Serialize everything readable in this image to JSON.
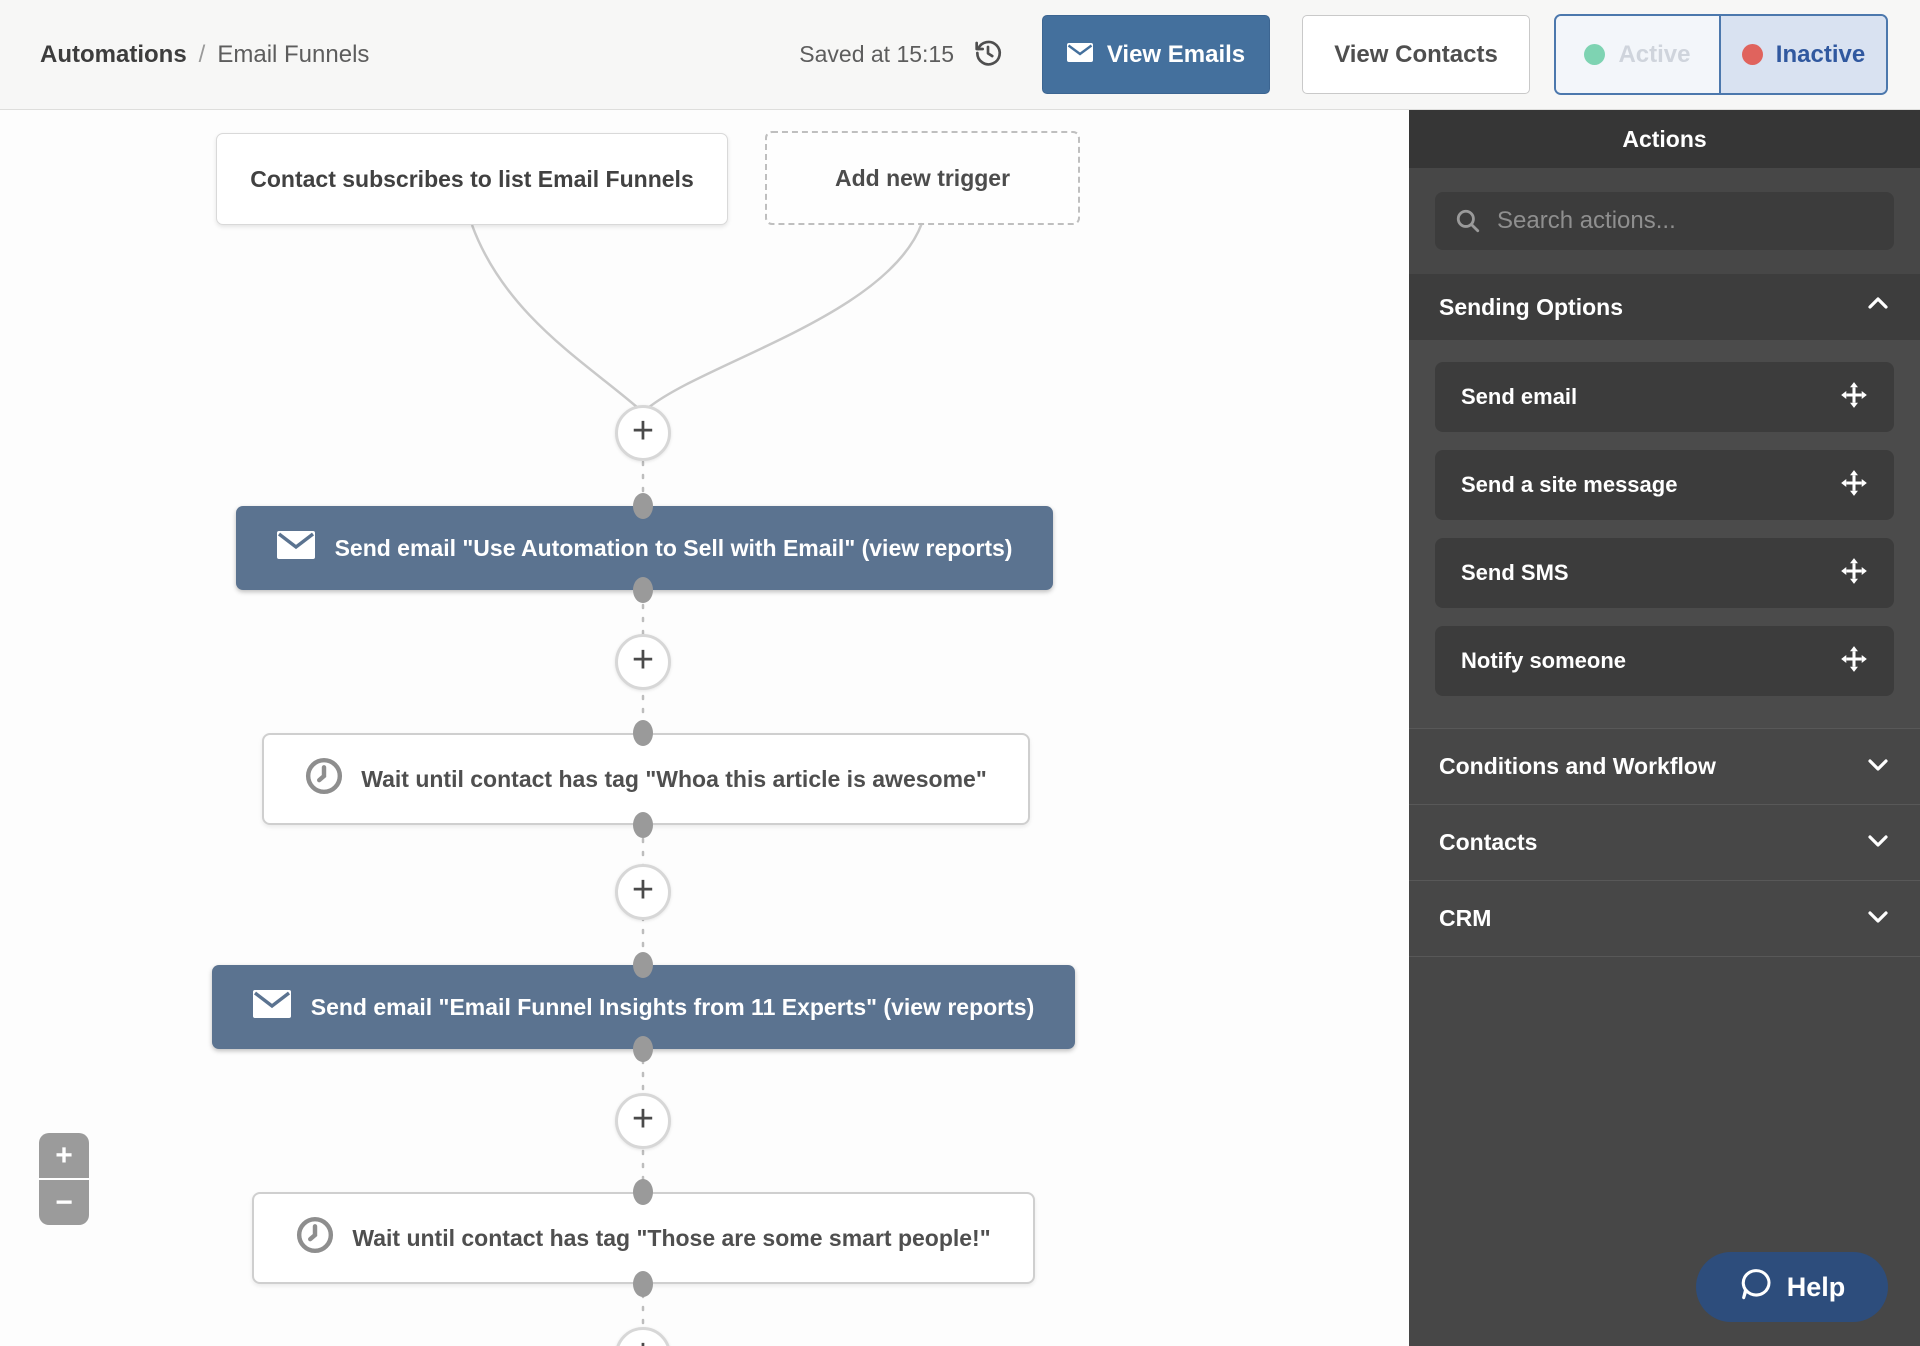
{
  "topbar": {
    "breadcrumb": {
      "section": "Automations",
      "separator": "/",
      "page": "Email Funnels"
    },
    "saved_status": "Saved at 15:15",
    "view_emails_label": "View Emails",
    "view_contacts_label": "View Contacts",
    "toggle": {
      "active_label": "Active",
      "inactive_label": "Inactive",
      "selected": "Inactive",
      "active_dot_color": "#7ed3b2",
      "inactive_dot_color": "#e0635d"
    }
  },
  "canvas": {
    "trigger_label": "Contact subscribes to list Email Funnels",
    "add_trigger_label": "Add new trigger",
    "plus_label": "+",
    "nodes": [
      {
        "type": "email",
        "label": "Send email \"Use Automation to Sell with Email\" (view reports)"
      },
      {
        "type": "wait",
        "label": "Wait until contact has tag \"Whoa this article is awesome\""
      },
      {
        "type": "email",
        "label": "Send email \"Email Funnel Insights from 11 Experts\" (view reports)"
      },
      {
        "type": "wait",
        "label": "Wait until contact has tag \"Those are some smart people!\""
      }
    ],
    "zoom_in_label": "+",
    "zoom_out_label": "−"
  },
  "sidebar": {
    "title": "Actions",
    "search_placeholder": "Search actions...",
    "sections": [
      {
        "label": "Sending Options",
        "expanded": true,
        "items": [
          "Send email",
          "Send a site message",
          "Send SMS",
          "Notify someone"
        ]
      },
      {
        "label": "Conditions and Workflow",
        "expanded": false
      },
      {
        "label": "Contacts",
        "expanded": false
      },
      {
        "label": "CRM",
        "expanded": false
      }
    ]
  },
  "help": {
    "label": "Help"
  },
  "colors": {
    "primary_blue": "#44709d",
    "email_node": "#5b7390",
    "sidebar_bg": "#474747",
    "help_bg": "#2d4d7c"
  }
}
